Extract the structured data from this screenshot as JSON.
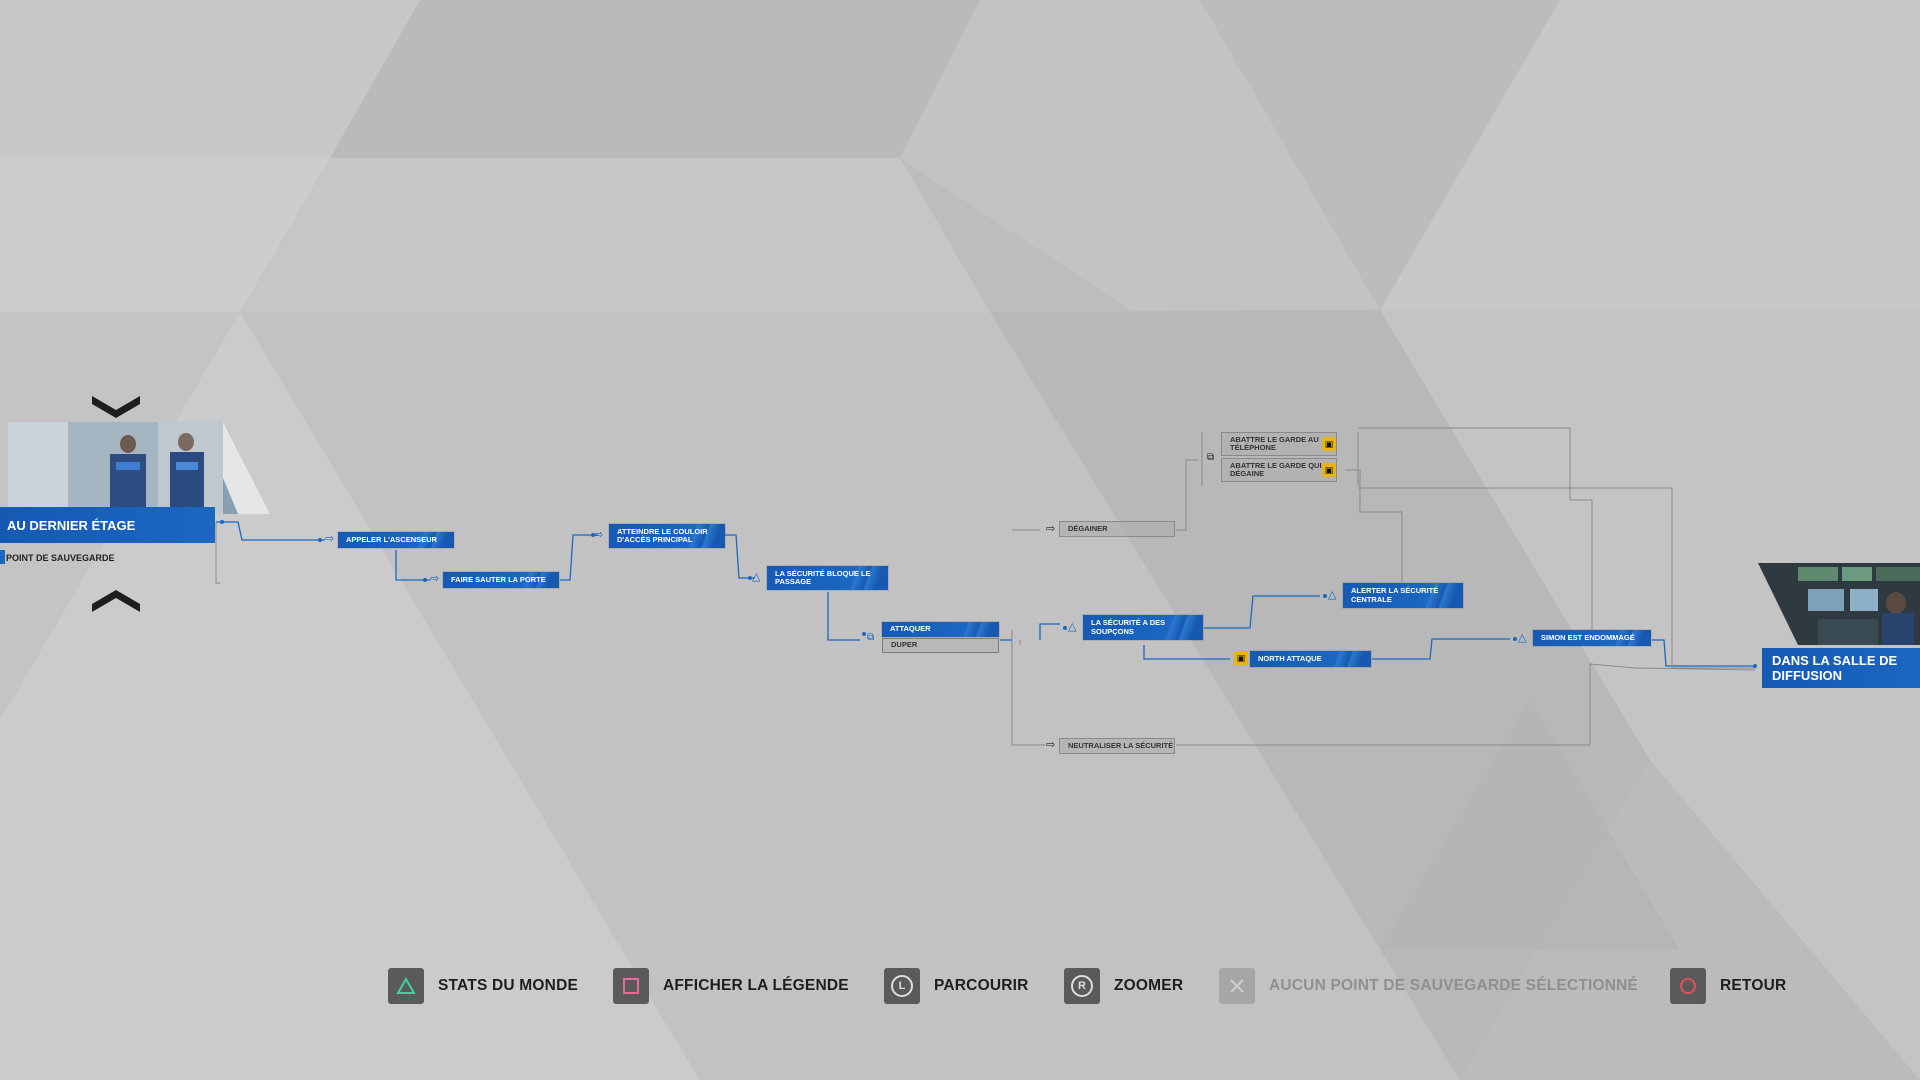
{
  "start": {
    "title": "AU DERNIER ÉTAGE",
    "subtitle": "POINT DE SAUVEGARDE"
  },
  "end": {
    "title": "DANS LA SALLE DE DIFFUSION"
  },
  "nodes": {
    "appeler_ascenseur": "APPELER L'ASCENSEUR",
    "faire_sauter_porte": "FAIRE SAUTER LA PORTE",
    "atteindre_couloir": "ATTEINDRE LE COULOIR D'ACCÈS PRINCIPAL",
    "securite_bloque": "LA SÉCURITÉ BLOQUE LE PASSAGE",
    "attaquer": "ATTAQUER",
    "duper": "DUPER",
    "degainer": "DÉGAINER",
    "abattre_telephone": "ABATTRE LE GARDE AU TÉLÉPHONE",
    "abattre_degaine": "ABATTRE LE GARDE QUI DÉGAINE",
    "securite_soupcons": "LA SÉCURITÉ A DES SOUPÇONS",
    "alerter_securite": "ALERTER LA SÉCURITÉ CENTRALE",
    "north_attaque": "NORTH ATTAQUE",
    "simon_endommage": "SIMON EST ENDOMMAGÉ",
    "neutraliser_securite": "NEUTRALISER LA SÉCURITÉ"
  },
  "legend": {
    "stats": "STATS DU MONDE",
    "legende": "AFFICHER LA LÉGENDE",
    "parcourir": "PARCOURIR",
    "zoomer": "ZOOMER",
    "aucun_point": "AUCUN POINT DE SAUVEGARDE SÉLECTIONNÉ",
    "retour": "RETOUR",
    "stick_l": "L",
    "stick_r": "R"
  },
  "colors": {
    "node_blue": "#1b67c2",
    "lock_yellow": "#e8b413",
    "triangle_green": "#3fd1a4",
    "square_pink": "#e76b9a",
    "circle_red": "#e0525a"
  }
}
